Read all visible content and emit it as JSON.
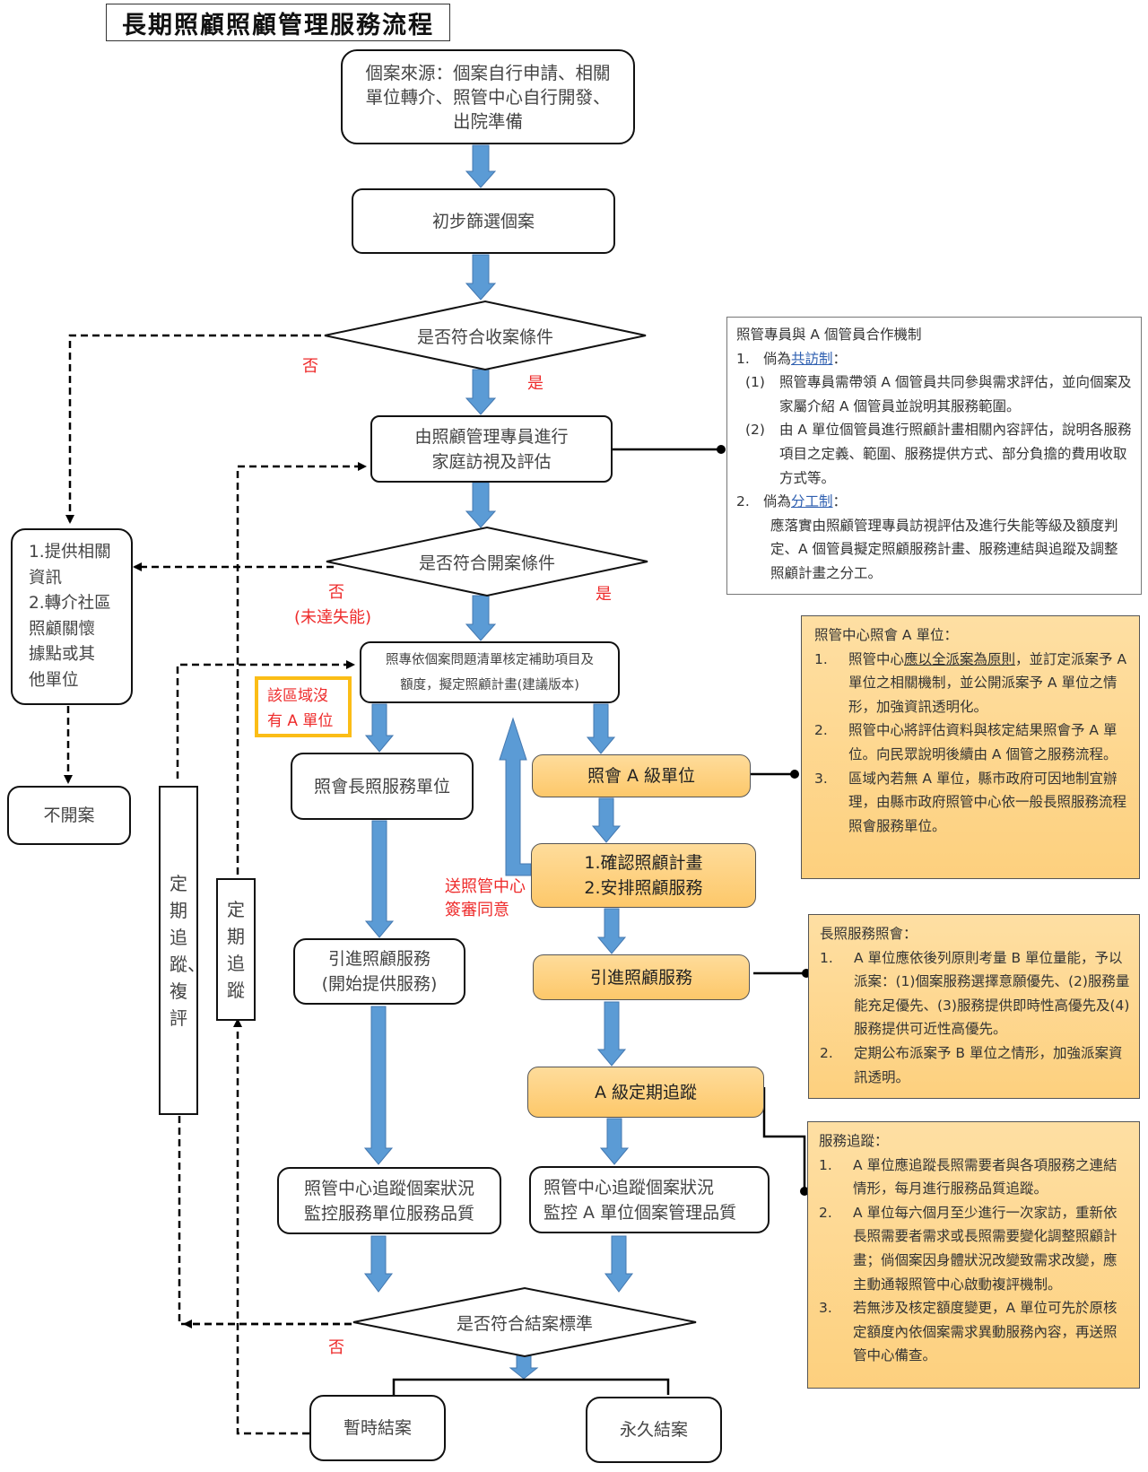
{
  "title": "長期照顧照顧管理服務流程",
  "colors": {
    "arrow_fill": "#5b9bd5",
    "arrow_stroke": "#4478b0",
    "label_red": "#ee2b2b",
    "orange_top": "#fedc9b",
    "orange_bottom": "#fdc86a",
    "highlight_border": "#fbbd16",
    "link_blue": "#2e5fb0"
  },
  "nodes": {
    "source": "個案來源：個案自行申請、相關\n單位轉介、照管中心自行開發、\n出院準備",
    "screening": "初步篩選個案",
    "decision_intake": "是否符合收案條件",
    "home_visit": "由照顧管理專員進行\n家庭訪視及評估",
    "decision_open": "是否符合開案條件",
    "provide_info": "1.提供相關\n  資訊\n2.轉介社區\n  照顧關懷\n  據點或其\n  他單位",
    "not_open": "不開案",
    "care_plan": "照專依個案問題清單核定補助項目及\n額度，擬定照顧計畫(建議版本)",
    "notify_ltc_unit": "照會長照服務單位",
    "notify_a_unit": "照會 A 級單位",
    "confirm_plan": "1.確認照顧計畫\n2.安排照顧服務",
    "introduce_service_left": "引進照顧服務\n(開始提供服務)",
    "introduce_service_right": "引進照顧服務",
    "a_periodic_tracking": "A 級定期追蹤",
    "monitor_left": "照管中心追蹤個案狀況\n監控服務單位服務品質",
    "monitor_right": "照管中心追蹤個案狀況\n監控 A 單位個案管理品質",
    "decision_close": "是否符合結案標準",
    "temp_close": "暫時結案",
    "perm_close": "永久結案",
    "periodic_tracking_review": "定期追蹤、複評",
    "periodic_tracking": "定期追蹤"
  },
  "labels": {
    "no_intake": "否",
    "yes_intake": "是",
    "no_open": "否",
    "no_open_reason": "(未達失能)",
    "yes_open": "是",
    "no_a_unit": "該區域沒\n有 A 單位",
    "send_for_approval": "送照管中心\n簽審同意",
    "no_close": "否"
  },
  "notes": {
    "cooperation": {
      "heading": "照管專員與 A 個管員合作機制",
      "items": [
        {
          "num": "1.",
          "prefix": "倘為",
          "link": "共訪制",
          "suffix": "：",
          "subitems": [
            {
              "num": "(1)",
              "text": "照管專員需帶領 A 個管員共同參與需求評估，並向個案及家屬介紹 A 個管員並說明其服務範圍。"
            },
            {
              "num": "(2)",
              "text": "由 A 單位個管員進行照顧計畫相關內容評估，說明各服務項目之定義、範圍、服務提供方式、部分負擔的費用收取方式等。"
            }
          ]
        },
        {
          "num": "2.",
          "prefix": "倘為",
          "link": "分工制",
          "suffix": "：",
          "text": "應落實由照顧管理專員訪視評估及進行失能等級及額度判定、A 個管員擬定照顧服務計畫、服務連結與追蹤及調整照顧計畫之分工。"
        }
      ]
    },
    "notify_a": {
      "heading": "照管中心照會 A 單位：",
      "items": [
        {
          "num": "1.",
          "pre": "照管中心",
          "underline": "應以全派案為原則",
          "post": "，並訂定派案予 A 單位之相關機制，並公開派案予 A 單位之情形，加強資訊透明化。"
        },
        {
          "num": "2.",
          "text": "照管中心將評估資料與核定結果照會予 A 單位。向民眾說明後續由 A 個管之服務流程。"
        },
        {
          "num": "3.",
          "text": "區域內若無 A 單位，縣市政府可因地制宜辦理，由縣市政府照管中心依一般長照服務流程照會服務單位。"
        }
      ]
    },
    "ltc_referral": {
      "heading": "長照服務照會：",
      "items": [
        {
          "num": "1.",
          "text": "A 單位應依後列原則考量 B 單位量能，予以派案：(1)個案服務選擇意願優先、(2)服務量能充足優先、(3)服務提供即時性高優先及(4)服務提供可近性高優先。"
        },
        {
          "num": "2.",
          "text": "定期公布派案予 B 單位之情形，加強派案資訊透明。"
        }
      ]
    },
    "service_tracking": {
      "heading": "服務追蹤：",
      "items": [
        {
          "num": "1.",
          "text": "A 單位應追蹤長照需要者與各項服務之連結情形，每月進行服務品質追蹤。"
        },
        {
          "num": "2.",
          "text": "A 單位每六個月至少進行一次家訪，重新依長照需要者需求或長照需要變化調整照顧計畫；倘個案因身體狀況改變致需求改變，應主動通報照管中心啟動複評機制。"
        },
        {
          "num": "3.",
          "text": "若無涉及核定額度變更，A 單位可先於原核定額度內依個案需求異動服務內容，再送照管中心備查。"
        }
      ]
    }
  }
}
